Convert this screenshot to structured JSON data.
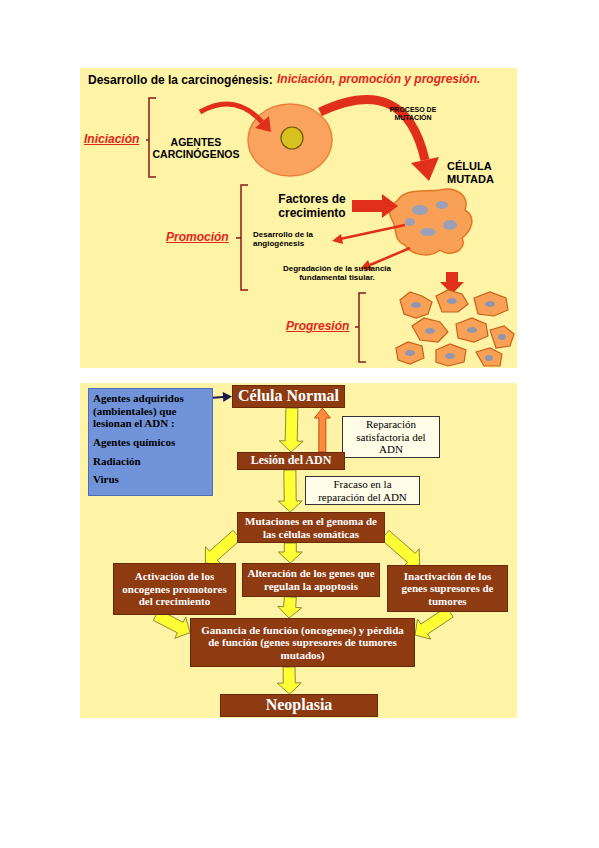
{
  "diagram": {
    "title": "Desarrollo de la carcinogénesis:",
    "nodes": [
      {
        "text": [
          "Agentes adquiridos (ambientales) que lesionan el ADN :",
          "Agentes químicos",
          "Radiación",
          "Virus"
        ]
      },
      {
        "text": [
          "Célula Normal"
        ]
      },
      {
        "text": [
          "Reparación satisfactoria del ADN"
        ]
      },
      {
        "text": [
          "Lesión del ADN"
        ]
      },
      {
        "text": [
          "Fracaso en la reparación del ADN"
        ]
      },
      {
        "text": [
          "Mutaciones en el genoma de las células somáticas"
        ]
      },
      {
        "text": [
          "Activación de los oncogenes promotores del crecimiento"
        ]
      },
      {
        "text": [
          "Alteración de los genes que regulan la apoptosis"
        ]
      },
      {
        "text": [
          "Inactivación de los genes supresores de tumores"
        ]
      },
      {
        "text": [
          "Ganancia de función (oncogenes) y pérdida de función (genes supresores de tumores mutados)"
        ]
      },
      {
        "text": [
          "Neoplasia"
        ]
      }
    ],
    "edges": [
      {
        "from": 0,
        "to": 1,
        "arrow": "to"
      },
      {
        "from": 1,
        "to": 3,
        "arrow": "to"
      },
      {
        "from": 3,
        "to": 1,
        "arrow": "to"
      },
      {
        "from": 3,
        "to": 5,
        "arrow": "to"
      },
      {
        "from": 5,
        "to": 6,
        "arrow": "to"
      },
      {
        "from": 5,
        "to": 7,
        "arrow": "to"
      },
      {
        "from": 5,
        "to": 8,
        "arrow": "to"
      },
      {
        "from": 6,
        "to": 9,
        "arrow": "to"
      },
      {
        "from": 7,
        "to": 9,
        "arrow": "to"
      },
      {
        "from": 8,
        "to": 9,
        "arrow": "to"
      },
      {
        "from": 9,
        "to": 10,
        "arrow": "to"
      }
    ],
    "labels": [
      "Iniciación, promoción y progresión.",
      "Iniciación",
      "AGENTES CARCINÓGENOS",
      "PROCESO DE MUTACIÓN",
      "CÉLULA MUTADA",
      "Factores de crecimiento",
      "Promoción",
      "Desarrollo de la angiogénesis",
      "Degradación de la sustancia fundamental tisular.",
      "Progresión"
    ]
  }
}
